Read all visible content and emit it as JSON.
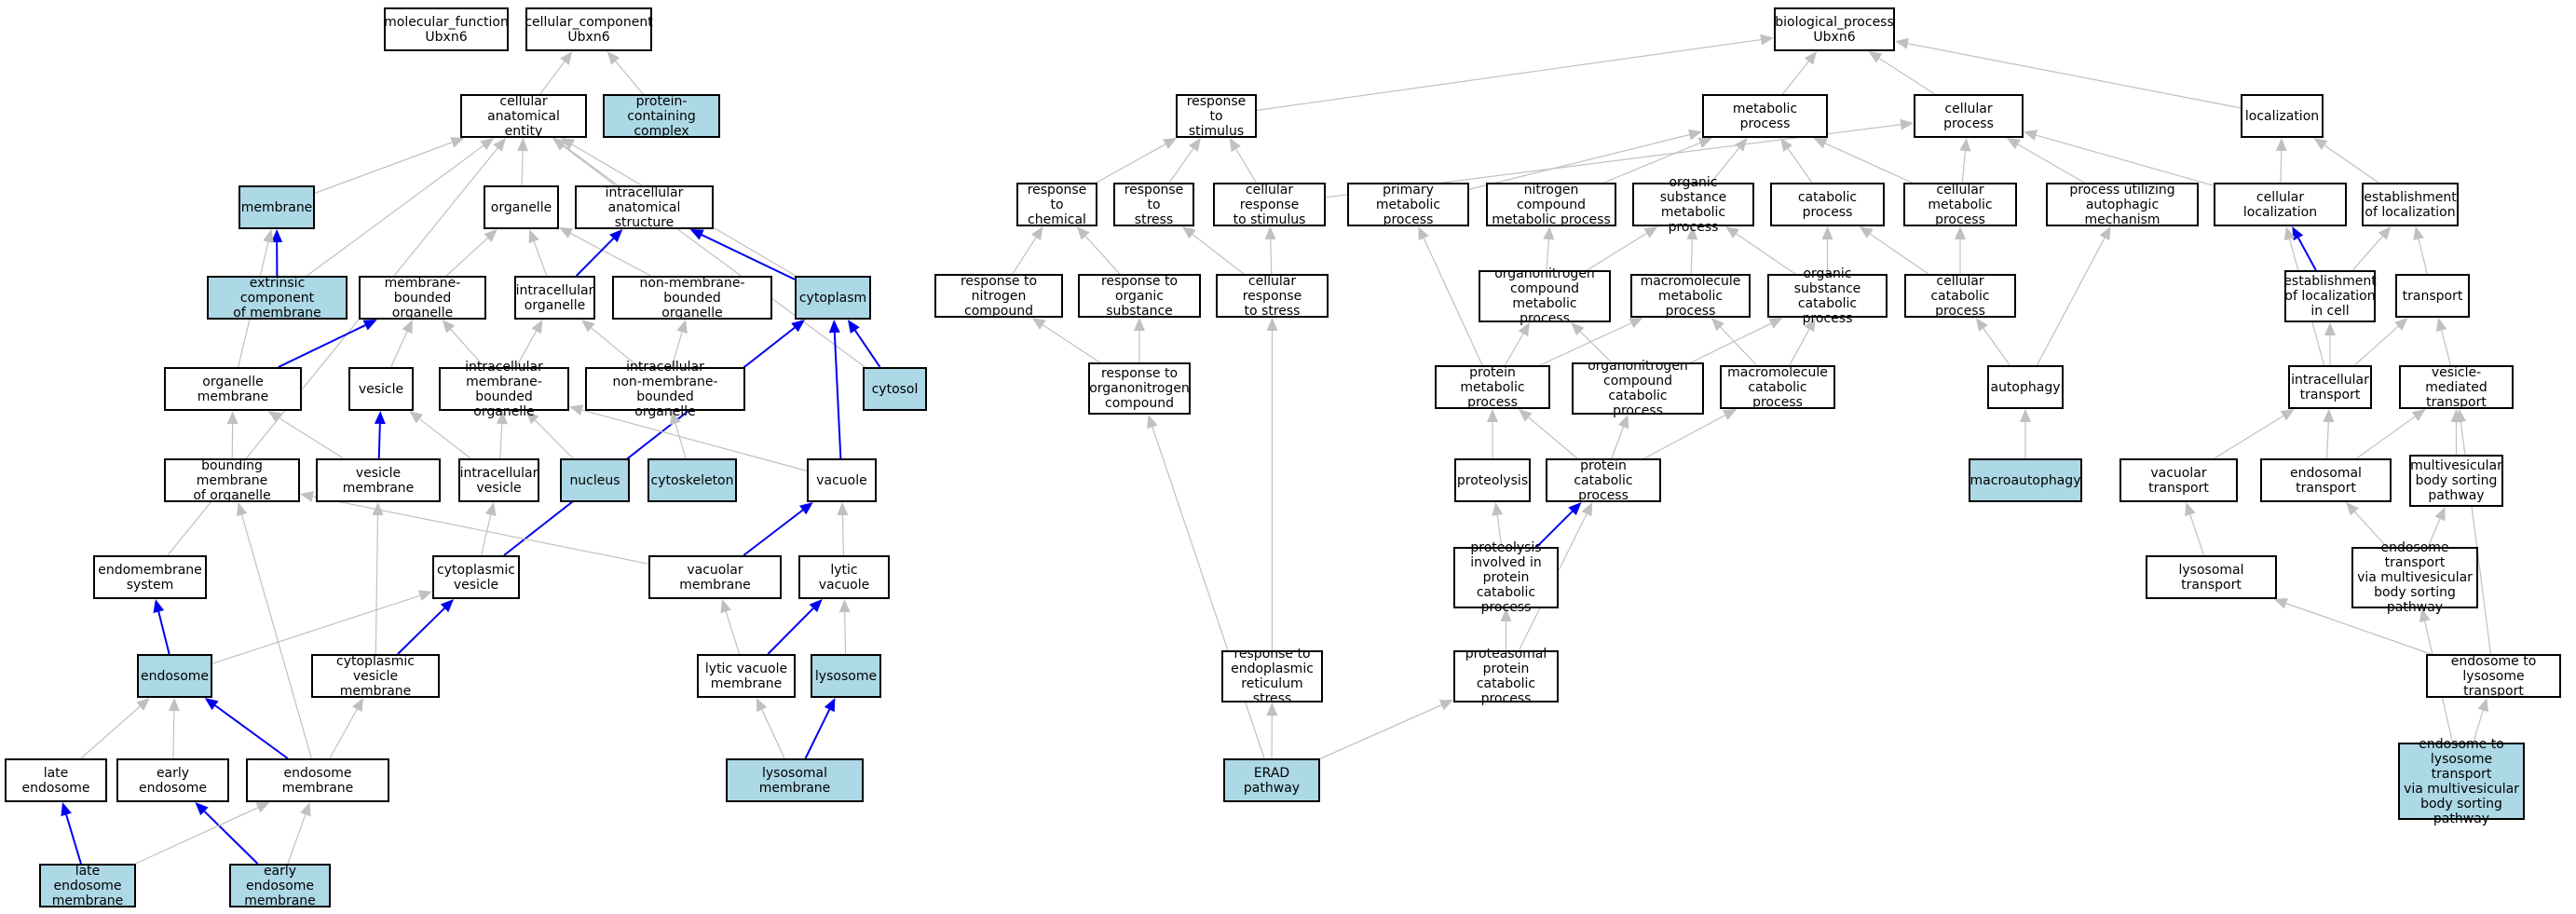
{
  "colors": {
    "highlight": "#add8e6",
    "edge_default": "#c0c0c0",
    "edge_highlight": "#0000ee",
    "node_border": "#000000"
  },
  "nodes": {
    "n_mf": {
      "label": "molecular_function\nUbxn6"
    },
    "n_cc": {
      "label": "cellular_component\nUbxn6"
    },
    "n_bp": {
      "label": "biological_process\nUbxn6"
    },
    "n_cae": {
      "label": "cellular anatomical\nentity"
    },
    "n_pcc": {
      "label": "protein-containing\ncomplex",
      "highlight": true
    },
    "n_membrane": {
      "label": "membrane",
      "highlight": true
    },
    "n_organelle": {
      "label": "organelle"
    },
    "n_ias": {
      "label": "intracellular\nanatomical structure"
    },
    "n_ecm": {
      "label": "extrinsic component\nof membrane",
      "highlight": true
    },
    "n_mbo": {
      "label": "membrane-bounded\norganelle"
    },
    "n_io": {
      "label": "intracellular\norganelle"
    },
    "n_nmbo": {
      "label": "non-membrane-bounded\norganelle"
    },
    "n_cytoplasm": {
      "label": "cytoplasm",
      "highlight": true
    },
    "n_om": {
      "label": "organelle membrane"
    },
    "n_vesicle": {
      "label": "vesicle"
    },
    "n_imbo": {
      "label": "intracellular\nmembrane-bounded\norganelle"
    },
    "n_inmbo": {
      "label": "intracellular\nnon-membrane-bounded\norganelle"
    },
    "n_cytosol": {
      "label": "cytosol",
      "highlight": true
    },
    "n_bmo": {
      "label": "bounding membrane\nof organelle"
    },
    "n_vm": {
      "label": "vesicle membrane"
    },
    "n_iv": {
      "label": "intracellular\nvesicle"
    },
    "n_nucleus": {
      "label": "nucleus",
      "highlight": true
    },
    "n_cytoskeleton": {
      "label": "cytoskeleton",
      "highlight": true
    },
    "n_vacuole": {
      "label": "vacuole"
    },
    "n_ems": {
      "label": "endomembrane\nsystem"
    },
    "n_cv": {
      "label": "cytoplasmic\nvesicle"
    },
    "n_vacm": {
      "label": "vacuolar membrane"
    },
    "n_lv": {
      "label": "lytic vacuole"
    },
    "n_endosome": {
      "label": "endosome",
      "highlight": true
    },
    "n_cvm": {
      "label": "cytoplasmic\nvesicle membrane"
    },
    "n_lvm": {
      "label": "lytic vacuole\nmembrane"
    },
    "n_lysosome": {
      "label": "lysosome",
      "highlight": true
    },
    "n_le": {
      "label": "late endosome"
    },
    "n_ee": {
      "label": "early endosome"
    },
    "n_em": {
      "label": "endosome membrane"
    },
    "n_lysm": {
      "label": "lysosomal membrane",
      "highlight": true
    },
    "n_lem": {
      "label": "late endosome\nmembrane",
      "highlight": true
    },
    "n_eem": {
      "label": "early endosome\nmembrane",
      "highlight": true
    },
    "n_rts": {
      "label": "response to\nstimulus"
    },
    "n_mp": {
      "label": "metabolic process"
    },
    "n_cp": {
      "label": "cellular process"
    },
    "n_loc": {
      "label": "localization"
    },
    "n_rtc": {
      "label": "response to\nchemical"
    },
    "n_rtstress": {
      "label": "response to\nstress"
    },
    "n_crts": {
      "label": "cellular response\nto stimulus"
    },
    "n_pmp": {
      "label": "primary metabolic\nprocess"
    },
    "n_ncmp": {
      "label": "nitrogen compound\nmetabolic process"
    },
    "n_osmp": {
      "label": "organic substance\nmetabolic process"
    },
    "n_catp": {
      "label": "catabolic process"
    },
    "n_cmp": {
      "label": "cellular metabolic\nprocess"
    },
    "n_puam": {
      "label": "process utilizing\nautophagic mechanism"
    },
    "n_cl": {
      "label": "cellular localization"
    },
    "n_eol": {
      "label": "establishment\nof localization"
    },
    "n_rtnc": {
      "label": "response to\nnitrogen compound"
    },
    "n_rtos": {
      "label": "response to\norganic substance"
    },
    "n_crtstress": {
      "label": "cellular response\nto stress"
    },
    "n_ocmp": {
      "label": "organonitrogen\ncompound metabolic\nprocess"
    },
    "n_macmp": {
      "label": "macromolecule\nmetabolic process"
    },
    "n_oscp": {
      "label": "organic substance\ncatabolic process"
    },
    "n_ccp": {
      "label": "cellular catabolic\nprocess"
    },
    "n_eolic": {
      "label": "establishment\nof localization\nin cell"
    },
    "n_transport": {
      "label": "transport"
    },
    "n_rtoc": {
      "label": "response to\norganonitrogen\ncompound"
    },
    "n_protmp": {
      "label": "protein metabolic\nprocess"
    },
    "n_occp": {
      "label": "organonitrogen\ncompound catabolic\nprocess"
    },
    "n_maccp": {
      "label": "macromolecule\ncatabolic process"
    },
    "n_autophagy": {
      "label": "autophagy"
    },
    "n_it": {
      "label": "intracellular\ntransport"
    },
    "n_vmt": {
      "label": "vesicle-mediated\ntransport"
    },
    "n_proteolysis": {
      "label": "proteolysis"
    },
    "n_protcp": {
      "label": "protein catabolic\nprocess"
    },
    "n_macroautophagy": {
      "label": "macroautophagy",
      "highlight": true
    },
    "n_vt": {
      "label": "vacuolar transport"
    },
    "n_et": {
      "label": "endosomal transport"
    },
    "n_mbsp": {
      "label": "multivesicular\nbody sorting\npathway"
    },
    "n_pipcp": {
      "label": "proteolysis\ninvolved in\nprotein catabolic\nprocess"
    },
    "n_lyst": {
      "label": "lysosomal transport"
    },
    "n_etvmbsp": {
      "label": "endosome transport\nvia multivesicular\nbody sorting\npathway"
    },
    "n_rters": {
      "label": "response to\nendoplasmic\nreticulum stress"
    },
    "n_ppcp": {
      "label": "proteasomal\nprotein catabolic\nprocess"
    },
    "n_etlt": {
      "label": "endosome to\nlysosome transport"
    },
    "n_erad": {
      "label": "ERAD pathway",
      "highlight": true
    },
    "n_etltvmbsp": {
      "label": "endosome to\nlysosome transport\nvia multivesicular\nbody sorting\npathway",
      "highlight": true
    }
  },
  "edges": [
    [
      "n_pcc",
      "n_cc",
      false
    ],
    [
      "n_cae",
      "n_cc",
      false
    ],
    [
      "n_membrane",
      "n_cae",
      false
    ],
    [
      "n_ecm",
      "n_cae",
      false
    ],
    [
      "n_organelle",
      "n_cae",
      false
    ],
    [
      "n_ias",
      "n_cae",
      false
    ],
    [
      "n_cytoplasm",
      "n_cae",
      false
    ],
    [
      "n_cytosol",
      "n_cae",
      false
    ],
    [
      "n_ems",
      "n_cae",
      false
    ],
    [
      "n_ecm",
      "n_membrane",
      true
    ],
    [
      "n_om",
      "n_membrane",
      false
    ],
    [
      "n_mbo",
      "n_organelle",
      false
    ],
    [
      "n_io",
      "n_organelle",
      false
    ],
    [
      "n_nmbo",
      "n_organelle",
      false
    ],
    [
      "n_io",
      "n_ias",
      true
    ],
    [
      "n_cytoplasm",
      "n_ias",
      true
    ],
    [
      "n_om",
      "n_mbo",
      true
    ],
    [
      "n_vesicle",
      "n_mbo",
      false
    ],
    [
      "n_imbo",
      "n_mbo",
      false
    ],
    [
      "n_imbo",
      "n_io",
      false
    ],
    [
      "n_inmbo",
      "n_io",
      false
    ],
    [
      "n_inmbo",
      "n_nmbo",
      false
    ],
    [
      "n_cytosol",
      "n_cytoplasm",
      true
    ],
    [
      "n_cv",
      "n_cytoplasm",
      true
    ],
    [
      "n_vacuole",
      "n_cytoplasm",
      true
    ],
    [
      "n_bmo",
      "n_om",
      false
    ],
    [
      "n_vm",
      "n_om",
      false
    ],
    [
      "n_vm",
      "n_vesicle",
      true
    ],
    [
      "n_iv",
      "n_vesicle",
      false
    ],
    [
      "n_iv",
      "n_imbo",
      false
    ],
    [
      "n_nucleus",
      "n_imbo",
      false
    ],
    [
      "n_vacuole",
      "n_imbo",
      false
    ],
    [
      "n_cytoskeleton",
      "n_inmbo",
      false
    ],
    [
      "n_vacm",
      "n_bmo",
      false
    ],
    [
      "n_em",
      "n_bmo",
      false
    ],
    [
      "n_cvm",
      "n_vm",
      false
    ],
    [
      "n_cv",
      "n_iv",
      false
    ],
    [
      "n_vacm",
      "n_vacuole",
      true
    ],
    [
      "n_lv",
      "n_vacuole",
      false
    ],
    [
      "n_endosome",
      "n_ems",
      true
    ],
    [
      "n_cvm",
      "n_cv",
      true
    ],
    [
      "n_endosome",
      "n_cv",
      false
    ],
    [
      "n_lvm",
      "n_vacm",
      false
    ],
    [
      "n_lvm",
      "n_lv",
      true
    ],
    [
      "n_lysosome",
      "n_lv",
      false
    ],
    [
      "n_le",
      "n_endosome",
      false
    ],
    [
      "n_ee",
      "n_endosome",
      false
    ],
    [
      "n_em",
      "n_endosome",
      true
    ],
    [
      "n_em",
      "n_cvm",
      false
    ],
    [
      "n_lysm",
      "n_lvm",
      false
    ],
    [
      "n_lysm",
      "n_lysosome",
      true
    ],
    [
      "n_lem",
      "n_le",
      true
    ],
    [
      "n_eem",
      "n_ee",
      true
    ],
    [
      "n_lem",
      "n_em",
      false
    ],
    [
      "n_eem",
      "n_em",
      false
    ],
    [
      "n_rts",
      "n_bp",
      false
    ],
    [
      "n_mp",
      "n_bp",
      false
    ],
    [
      "n_cp",
      "n_bp",
      false
    ],
    [
      "n_loc",
      "n_bp",
      false
    ],
    [
      "n_rtc",
      "n_rts",
      false
    ],
    [
      "n_rtstress",
      "n_rts",
      false
    ],
    [
      "n_crts",
      "n_rts",
      false
    ],
    [
      "n_crts",
      "n_cp",
      false
    ],
    [
      "n_pmp",
      "n_mp",
      false
    ],
    [
      "n_osmp",
      "n_mp",
      false
    ],
    [
      "n_catp",
      "n_mp",
      false
    ],
    [
      "n_ncmp",
      "n_mp",
      false
    ],
    [
      "n_cmp",
      "n_mp",
      false
    ],
    [
      "n_cmp",
      "n_cp",
      false
    ],
    [
      "n_puam",
      "n_cp",
      false
    ],
    [
      "n_cl",
      "n_cp",
      false
    ],
    [
      "n_cl",
      "n_loc",
      false
    ],
    [
      "n_eol",
      "n_loc",
      false
    ],
    [
      "n_rtnc",
      "n_rtc",
      false
    ],
    [
      "n_rtos",
      "n_rtc",
      false
    ],
    [
      "n_crtstress",
      "n_rtstress",
      false
    ],
    [
      "n_crtstress",
      "n_crts",
      false
    ],
    [
      "n_protmp",
      "n_pmp",
      false
    ],
    [
      "n_ocmp",
      "n_ncmp",
      false
    ],
    [
      "n_ocmp",
      "n_osmp",
      false
    ],
    [
      "n_macmp",
      "n_osmp",
      false
    ],
    [
      "n_oscp",
      "n_osmp",
      false
    ],
    [
      "n_oscp",
      "n_catp",
      false
    ],
    [
      "n_ccp",
      "n_catp",
      false
    ],
    [
      "n_ccp",
      "n_cmp",
      false
    ],
    [
      "n_autophagy",
      "n_puam",
      false
    ],
    [
      "n_eolic",
      "n_cl",
      true
    ],
    [
      "n_it",
      "n_cl",
      false
    ],
    [
      "n_eolic",
      "n_eol",
      false
    ],
    [
      "n_transport",
      "n_eol",
      false
    ],
    [
      "n_rtoc",
      "n_rtnc",
      false
    ],
    [
      "n_rtoc",
      "n_rtos",
      false
    ],
    [
      "n_rters",
      "n_crtstress",
      false
    ],
    [
      "n_protmp",
      "n_ocmp",
      false
    ],
    [
      "n_protmp",
      "n_macmp",
      false
    ],
    [
      "n_occp",
      "n_ocmp",
      false
    ],
    [
      "n_occp",
      "n_oscp",
      false
    ],
    [
      "n_maccp",
      "n_macmp",
      false
    ],
    [
      "n_maccp",
      "n_oscp",
      false
    ],
    [
      "n_autophagy",
      "n_ccp",
      false
    ],
    [
      "n_it",
      "n_eolic",
      false
    ],
    [
      "n_it",
      "n_transport",
      false
    ],
    [
      "n_vmt",
      "n_transport",
      false
    ],
    [
      "n_erad",
      "n_rtoc",
      false
    ],
    [
      "n_proteolysis",
      "n_protmp",
      false
    ],
    [
      "n_protcp",
      "n_protmp",
      false
    ],
    [
      "n_protcp",
      "n_occp",
      false
    ],
    [
      "n_protcp",
      "n_maccp",
      false
    ],
    [
      "n_macroautophagy",
      "n_autophagy",
      false
    ],
    [
      "n_vt",
      "n_it",
      false
    ],
    [
      "n_et",
      "n_it",
      false
    ],
    [
      "n_et",
      "n_vmt",
      false
    ],
    [
      "n_mbsp",
      "n_vmt",
      false
    ],
    [
      "n_etlt",
      "n_vmt",
      false
    ],
    [
      "n_pipcp",
      "n_proteolysis",
      false
    ],
    [
      "n_pipcp",
      "n_protcp",
      true
    ],
    [
      "n_ppcp",
      "n_protcp",
      false
    ],
    [
      "n_lyst",
      "n_vt",
      false
    ],
    [
      "n_etvmbsp",
      "n_et",
      false
    ],
    [
      "n_etvmbsp",
      "n_mbsp",
      false
    ],
    [
      "n_ppcp",
      "n_pipcp",
      false
    ],
    [
      "n_etlt",
      "n_lyst",
      false
    ],
    [
      "n_erad",
      "n_rters",
      false
    ],
    [
      "n_erad",
      "n_ppcp",
      false
    ],
    [
      "n_etltvmbsp",
      "n_etvmbsp",
      false
    ],
    [
      "n_etltvmbsp",
      "n_etlt",
      false
    ]
  ]
}
